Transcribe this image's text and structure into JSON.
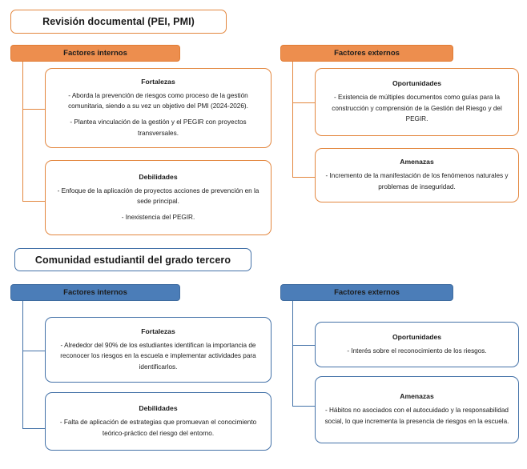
{
  "colors": {
    "orange_border": "#E3873F",
    "orange_fill": "#ED8E4E",
    "blue_border": "#4472A8",
    "blue_fill": "#4B7DB8",
    "text": "#1a1a1a",
    "background": "#FFFFFF"
  },
  "sections": [
    {
      "id": "revision-documental",
      "theme": "orange",
      "title": "Revisión documental (PEI, PMI)",
      "columns": [
        {
          "id": "factores-internos",
          "header": "Factores internos",
          "boxes": [
            {
              "id": "fortalezas",
              "title": "Fortalezas",
              "lines": [
                "- Aborda la prevención de riesgos como proceso de la gestión comunitaria, siendo a su vez un objetivo del PMI (2024-2026).",
                "- Plantea vinculación de la gestión y el PEGIR con proyectos transversales."
              ]
            },
            {
              "id": "debilidades",
              "title": "Debilidades",
              "lines": [
                "- Enfoque de la aplicación de proyectos acciones de prevención en la sede principal.",
                "- Inexistencia del PEGIR."
              ]
            }
          ]
        },
        {
          "id": "factores-externos",
          "header": "Factores externos",
          "boxes": [
            {
              "id": "oportunidades",
              "title": "Oportunidades",
              "lines": [
                "- Existencia de múltiples documentos como guías para la construcción y comprensión de la Gestión del Riesgo y del PEGIR."
              ]
            },
            {
              "id": "amenazas",
              "title": "Amenazas",
              "lines": [
                "- Incremento de la manifestación de los fenómenos naturales y problemas de inseguridad."
              ]
            }
          ]
        }
      ]
    },
    {
      "id": "comunidad-estudiantil",
      "theme": "blue",
      "title": "Comunidad estudiantil del grado tercero",
      "columns": [
        {
          "id": "factores-internos",
          "header": "Factores internos",
          "boxes": [
            {
              "id": "fortalezas",
              "title": "Fortalezas",
              "lines": [
                "- Alrededor del 90% de los estudiantes identifican la importancia de reconocer los riesgos en la escuela e implementar actividades para identificarlos."
              ]
            },
            {
              "id": "debilidades",
              "title": "Debilidades",
              "lines": [
                "- Falta de aplicación de estrategias que promuevan el conocimiento teórico-práctico del riesgo del entorno."
              ]
            }
          ]
        },
        {
          "id": "factores-externos",
          "header": "Factores externos",
          "boxes": [
            {
              "id": "oportunidades",
              "title": "Oportunidades",
              "lines": [
                "- Interés sobre el reconocimiento de los riesgos."
              ]
            },
            {
              "id": "amenazas",
              "title": "Amenazas",
              "lines": [
                "- Hábitos no asociados con el autocuidado y la responsabilidad social, lo que incrementa la presencia de riesgos en la escuela."
              ]
            }
          ]
        }
      ]
    }
  ]
}
